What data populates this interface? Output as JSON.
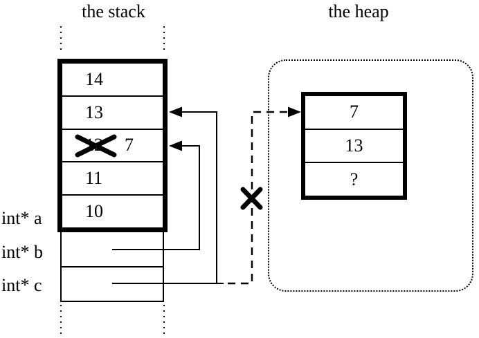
{
  "stack": {
    "title": "the stack",
    "cells": [
      {
        "value": "14"
      },
      {
        "value": "13"
      },
      {
        "old_value": "12",
        "new_value": "7",
        "crossed_out": true
      },
      {
        "value": "11"
      },
      {
        "value": "10"
      }
    ]
  },
  "pointer_labels": [
    "int* a",
    "int* b",
    "int* c"
  ],
  "heap": {
    "title": "the heap",
    "cells": [
      "7",
      "13",
      "?"
    ]
  },
  "colors": {
    "ink": "#000000",
    "paper": "#ffffff"
  }
}
